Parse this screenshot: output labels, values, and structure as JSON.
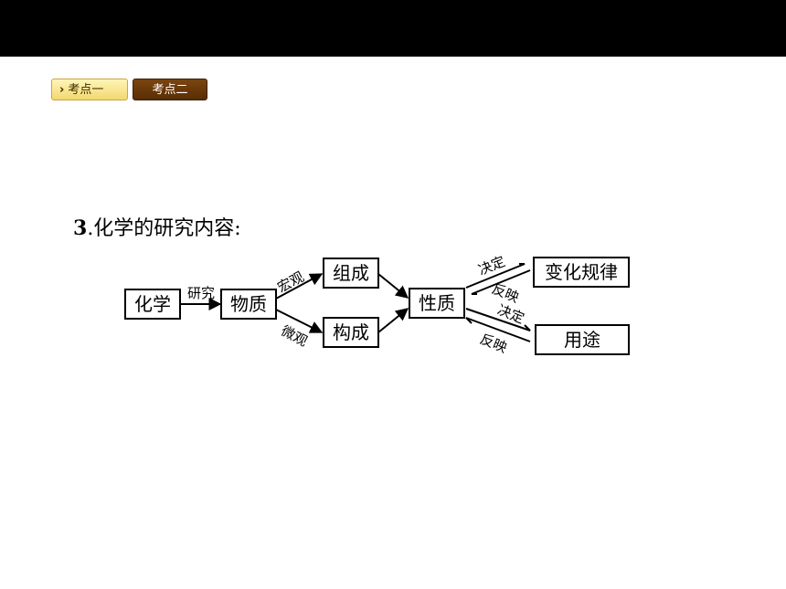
{
  "header": {
    "tabs": [
      {
        "label": "考点一",
        "active": false
      },
      {
        "label": "考点二",
        "active": true
      }
    ]
  },
  "content": {
    "heading_number": "3",
    "heading_text": ".化学的研究内容:"
  },
  "diagram": {
    "nodes": {
      "chemistry": "化学",
      "matter": "物质",
      "composition": "组成",
      "structure": "构成",
      "property": "性质",
      "change_law": "变化规律",
      "use": "用途"
    },
    "edge_labels": {
      "research": "研究",
      "macro": "宏观",
      "micro": "微观",
      "determine_1": "决定",
      "reflect_1": "反映",
      "determine_2": "决定",
      "reflect_2": "反映"
    }
  },
  "colors": {
    "topbar": "#000000",
    "tab_active": "#5a2d05",
    "tab_inactive": "#f3d870"
  }
}
